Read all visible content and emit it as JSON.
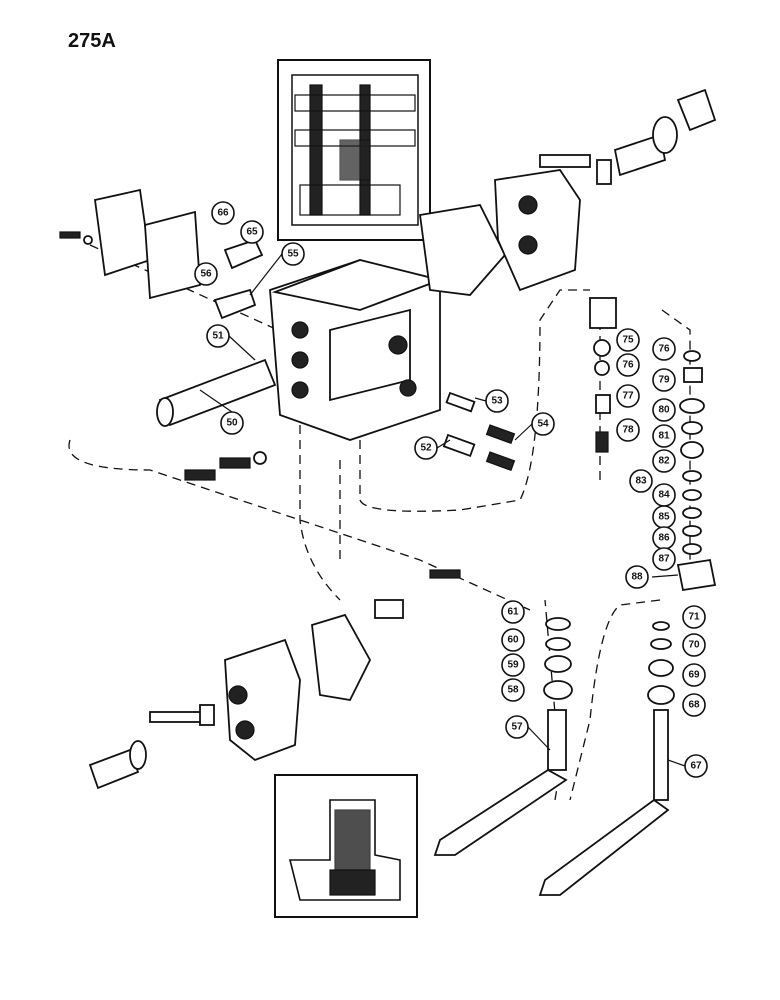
{
  "page_number": "275A",
  "callouts": [
    "50",
    "51",
    "52",
    "53",
    "54",
    "55",
    "56",
    "57",
    "58",
    "59",
    "60",
    "61",
    "65",
    "66",
    "67",
    "68",
    "69",
    "70",
    "71",
    "75",
    "76",
    "76",
    "77",
    "78",
    "79",
    "80",
    "81",
    "82",
    "83",
    "84",
    "85",
    "86",
    "87",
    "88"
  ]
}
